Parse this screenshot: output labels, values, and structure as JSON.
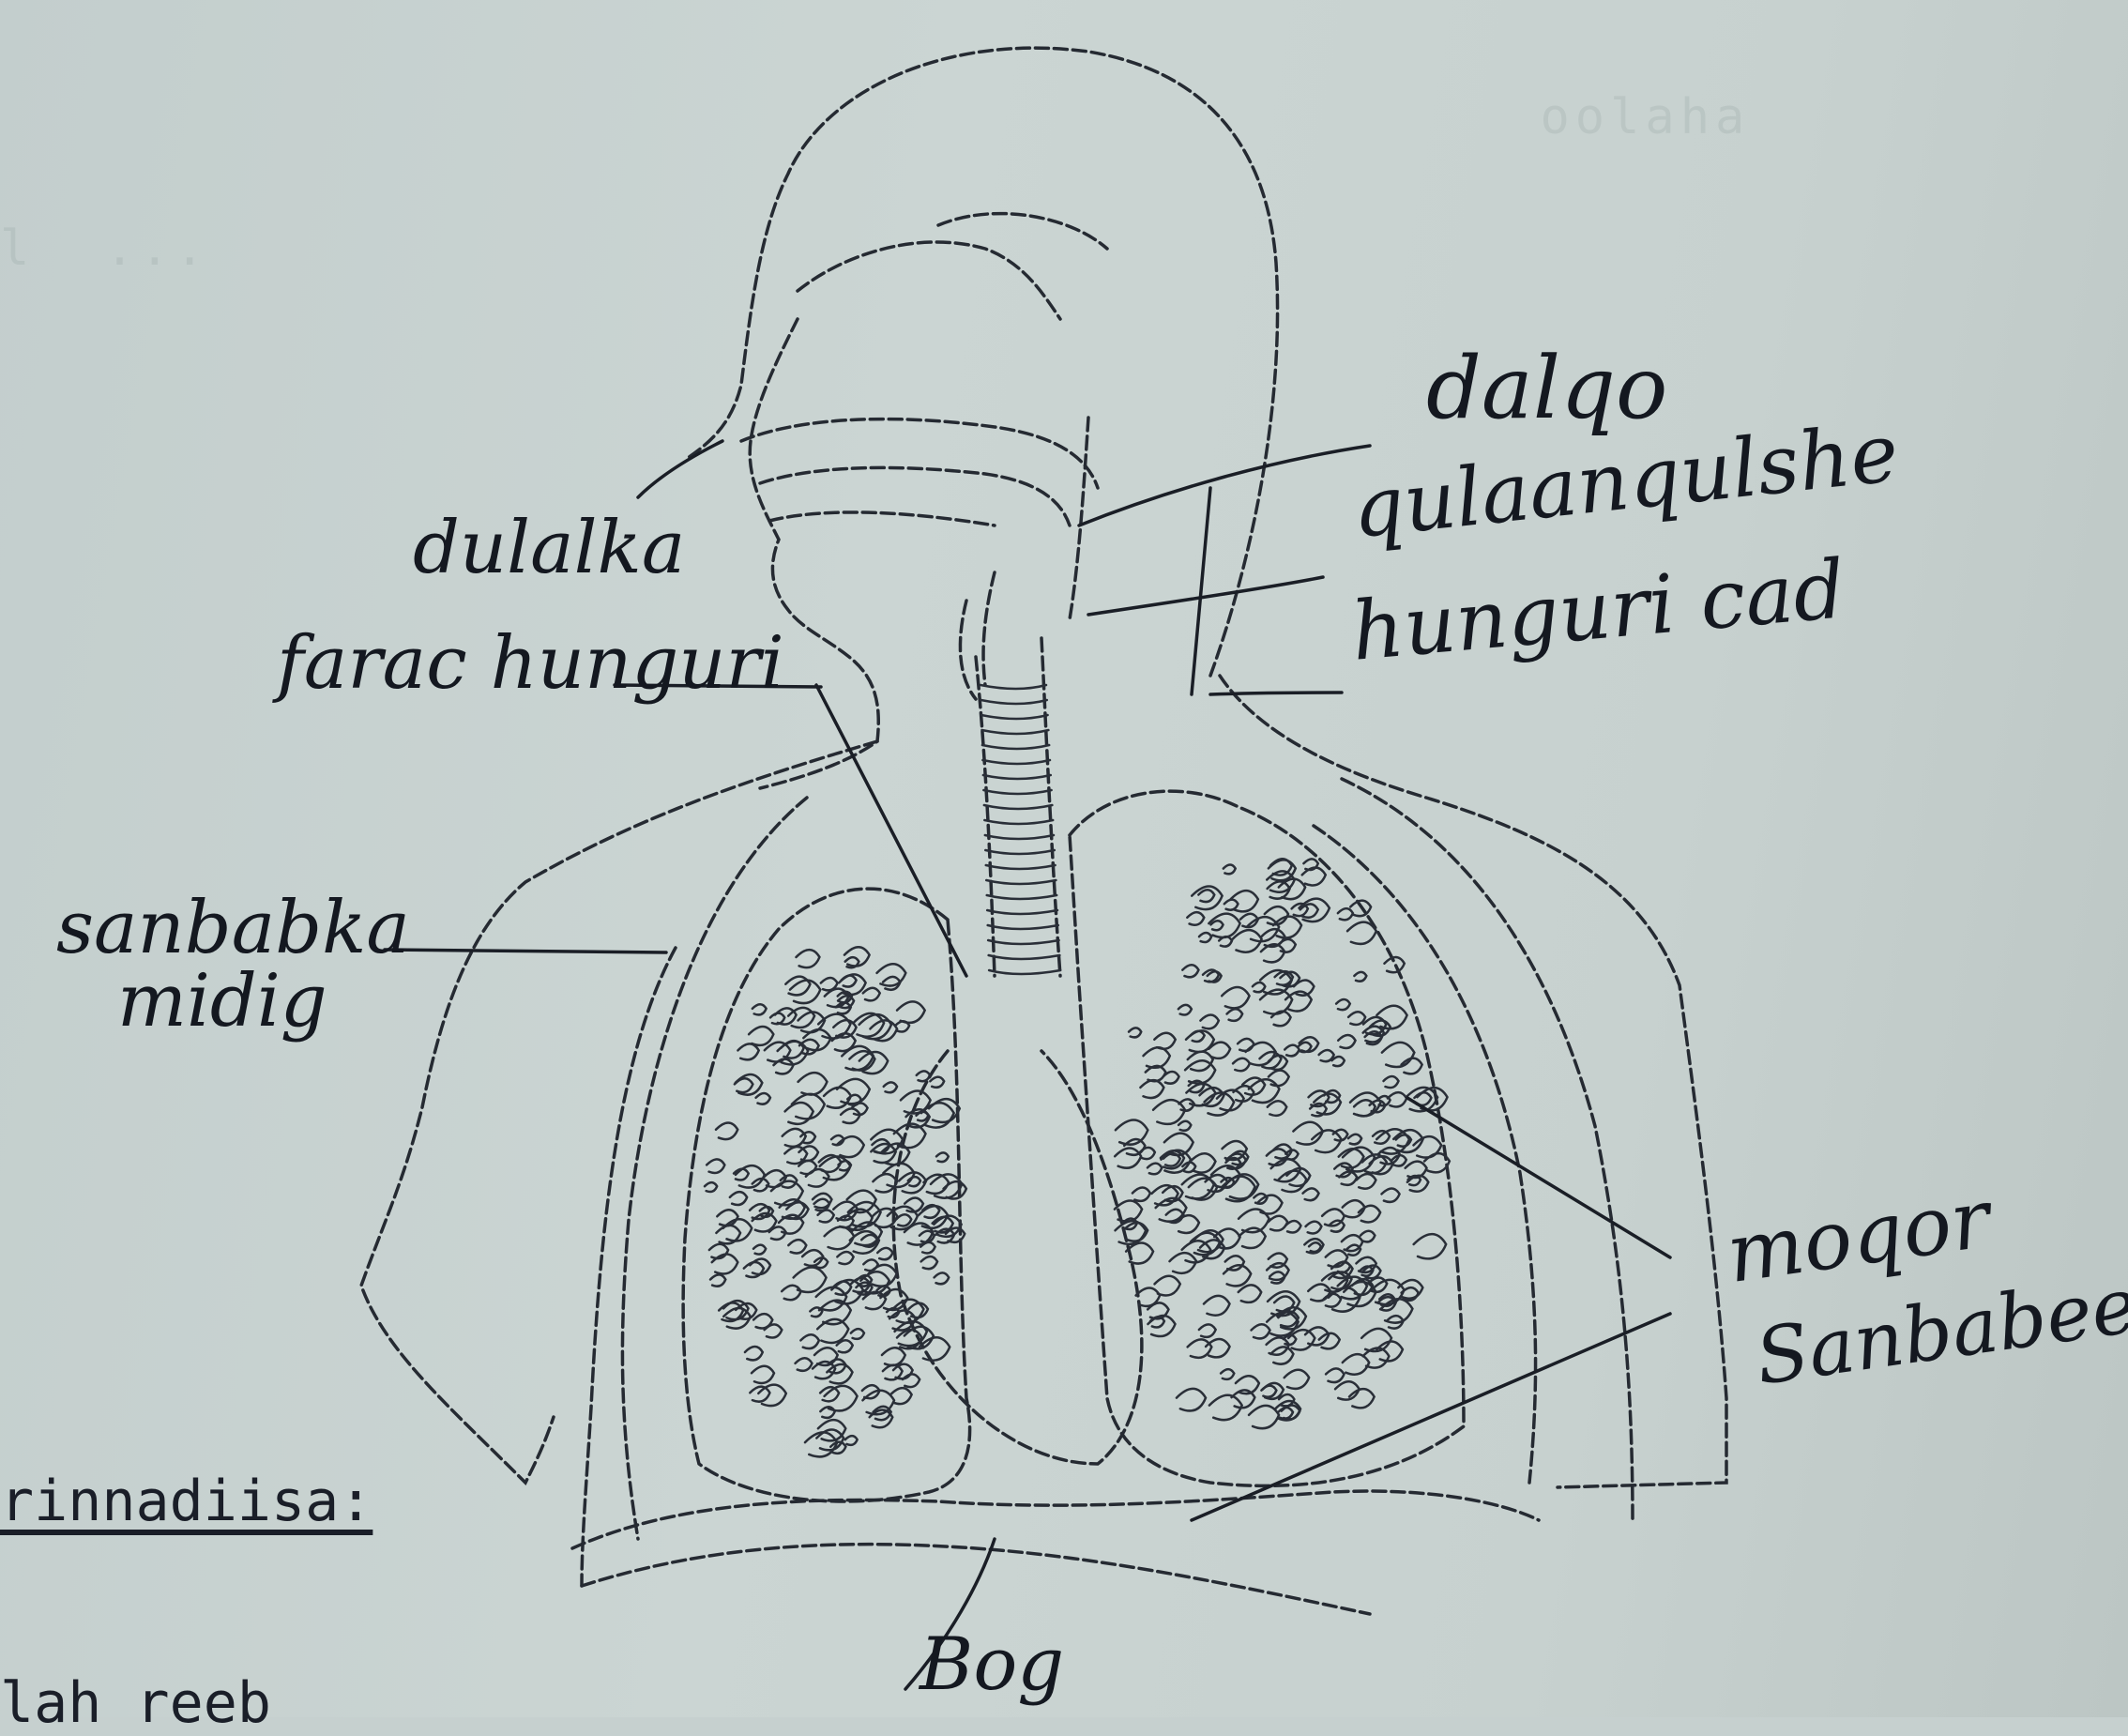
{
  "labels": {
    "dalgo": "dalqo",
    "dulalka": "dulalka",
    "qulaanqulshe": "qulaanqulshe",
    "hunguri_cad": "hunguri cad",
    "farac_hunguri": "farac hunguri",
    "sanbabka_midig_line1": "sanbabka",
    "sanbabka_midig_line2": "midig",
    "moqor": "moqor",
    "sanbabeed": "Sanbabeed",
    "bog": "Bog"
  },
  "caption_fragment": "rinnadiisa:",
  "bottom_fragment": "lah  reeb                                              "
}
